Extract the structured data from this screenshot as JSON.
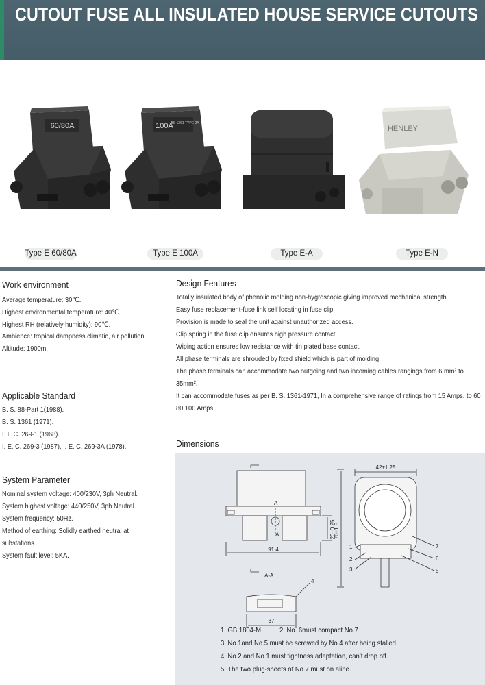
{
  "header": {
    "title": "CUTOUT FUSE ALL INSULATED HOUSE SERVICE CUTOUTS"
  },
  "products": [
    {
      "label": "Type E 60/80A",
      "marking": "60/80A"
    },
    {
      "label": "Type E 100A",
      "marking": "100A",
      "marking_small": "BS 1361 TYPE 2A"
    },
    {
      "label": "Type E-A"
    },
    {
      "label": "Type E-N",
      "marking": "HENLEY"
    }
  ],
  "work_environment": {
    "title": "Work environment",
    "lines": [
      "Average temperature: 30℃.",
      "Highest environmental temperature: 40℃.",
      "Highest RH (relatively humidity): 90℃.",
      "Ambience: tropical dampness climatic, air pollution",
      "Altitude: 1900m."
    ]
  },
  "applicable_standard": {
    "title": "Applicable Standard",
    "lines": [
      "B. S. 88-Part 1(1988).",
      "B. S. 1361 (1971).",
      "I. E.C. 269-1 (1968).",
      "I. E. C. 269-3 (1987), I. E. C. 269-3A (1978)."
    ]
  },
  "system_parameter": {
    "title": "System Parameter",
    "lines": [
      "Nominal system voltage: 400/230V, 3ph Neutral.",
      "System highest voltage: 440/250V, 3ph Neutral.",
      "System frequency: 50Hz.",
      "Method of earthing: Solidly earthed neutral at",
      "substations.",
      "System fault level: 5KA."
    ]
  },
  "design_features": {
    "title": "Design Features",
    "items": [
      "Totally insulated body of phenolic molding non-hygroscopic giving improved mechanical strength.",
      "Easy fuse replacement-fuse link self locating in fuse clip.",
      "Provision is made to seal the unit against unauthorized access.",
      "Clip spring in the fuse clip ensures high pressure contact.",
      "Wiping action ensures low resistance with tin plated base contact.",
      "All phase terminals are shrouded by fixed shield which is part of molding.",
      "The phase terminals can accommodate two outgoing and two incoming cables rangings from 6 mm² to 35mm².",
      "It can accommodate fuses as per B. S. 1361-1971, In a comprehensive range of ratings from 15 Amps. to 60 80 100 Amps."
    ]
  },
  "dimensions": {
    "title": "Dimensions",
    "labels": {
      "width_bottom": "91.4",
      "height_total": "70±1.5",
      "height_small": "20±0.25",
      "width_top": "42±1.25",
      "section": "A-A",
      "width_section": "37",
      "section_mark": "A",
      "parts": [
        "1",
        "2",
        "3",
        "4",
        "5",
        "6",
        "7"
      ]
    },
    "notes": [
      "1. GB 1804-M",
      "2. No. 6must compact No.7",
      "3. No.1and No.5 must be screwed by No.4 after being stalled.",
      "4. No.2 and No.1 must tightness adaptation, can’t drop off.",
      "5. The two plug-sheets of No.7 must on aline."
    ]
  }
}
